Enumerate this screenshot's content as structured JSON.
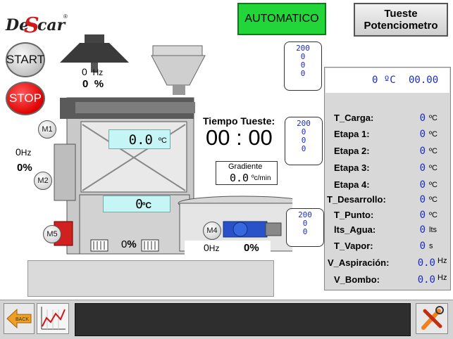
{
  "brand": {
    "logo_text": "DeScar",
    "reg_mark": "®"
  },
  "controls": {
    "start_label": "START",
    "stop_label": "STOP",
    "auto_label": "AUTOMATICO",
    "mode_line1": "Tueste",
    "mode_line2": "Potenciometro"
  },
  "motors": {
    "m1": "M1",
    "m2": "M2",
    "m4": "M4",
    "m5": "M5"
  },
  "aspiration": {
    "freq_value": "0",
    "freq_unit": "Hz",
    "pct_value": "0",
    "pct_unit": "%"
  },
  "m2_side": {
    "freq_value": "0",
    "freq_unit": "Hz",
    "pct_value": "0",
    "pct_unit": "%"
  },
  "drum_temp": {
    "value": "0.0",
    "unit": "ºC"
  },
  "lower_temp": {
    "value": "0",
    "unit": "ºC"
  },
  "drum_pct": {
    "value": "0",
    "unit": "%"
  },
  "cooler": {
    "freq_value": "0",
    "freq_unit": "Hz",
    "pct_value": "0",
    "pct_unit": "%"
  },
  "pid_top": [
    "200",
    "0",
    "0",
    "0"
  ],
  "pid_mid": [
    "200",
    "0",
    "0",
    "0"
  ],
  "pid_bottom": [
    "200",
    "0",
    "0"
  ],
  "roast_time": {
    "label": "Tiempo Tueste:",
    "value": "00 : 00"
  },
  "gradient": {
    "label": "Gradiente",
    "value": "0.0",
    "unit": "ºc/min"
  },
  "summary": {
    "temp": "0 ºC",
    "time": "00.00"
  },
  "params": [
    {
      "label": "T_Carga:",
      "value": "0",
      "unit": "ºC"
    },
    {
      "label": "Etapa 1:",
      "value": "0",
      "unit": "ºC"
    },
    {
      "label": "Etapa 2:",
      "value": "0",
      "unit": "ºC"
    },
    {
      "label": "Etapa 3:",
      "value": "0",
      "unit": "ºC"
    },
    {
      "label": "Etapa 4:",
      "value": "0",
      "unit": "ºC"
    },
    {
      "label": "T_Desarrollo:",
      "value": "0",
      "unit": "ºC"
    },
    {
      "label": "T_Punto:",
      "value": "0",
      "unit": "ºC"
    },
    {
      "label": "lts_Agua:",
      "value": "0",
      "unit": "lts"
    },
    {
      "label": "T_Vapor:",
      "value": "0",
      "unit": "s"
    },
    {
      "label": "V_Aspiración:",
      "value": "0.0",
      "unit": "Hz"
    },
    {
      "label": "V_Bombo:",
      "value": "0.0",
      "unit": "Hz"
    }
  ],
  "nav": {
    "back_label": "BACK"
  },
  "colors": {
    "auto_green": "#22d63a",
    "stop_red": "#e00000",
    "value_blue": "#1a2cc8",
    "readout_cyan": "#c6f5f5"
  }
}
